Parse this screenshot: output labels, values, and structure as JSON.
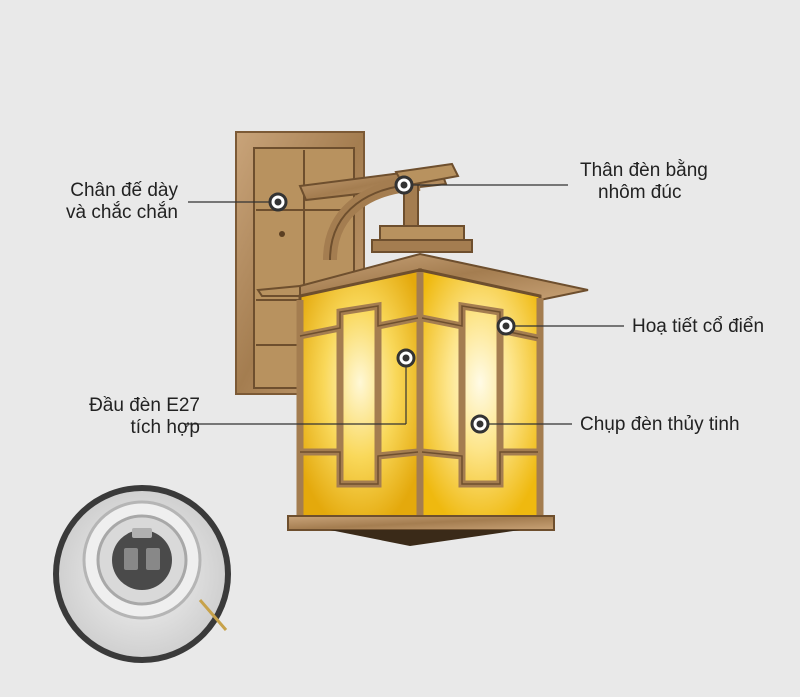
{
  "callouts": {
    "base": {
      "line1": "Chân đế dày",
      "line2": "và chắc chắn"
    },
    "body": {
      "line1": "Thân đèn bằng",
      "line2": "nhôm đúc"
    },
    "pattern": {
      "line1": "Hoạ tiết cổ điển"
    },
    "socket": {
      "line1": "Đầu đèn E27",
      "line2": "tích hợp"
    },
    "shade": {
      "line1": "Chụp đèn thủy tinh"
    }
  },
  "colors": {
    "background": "#e9e9e9",
    "metal": "#b08a5c",
    "metal_dark": "#7c5a36",
    "glass": "#f2c21a",
    "glass_light": "#fff3b8",
    "line": "#333333"
  }
}
